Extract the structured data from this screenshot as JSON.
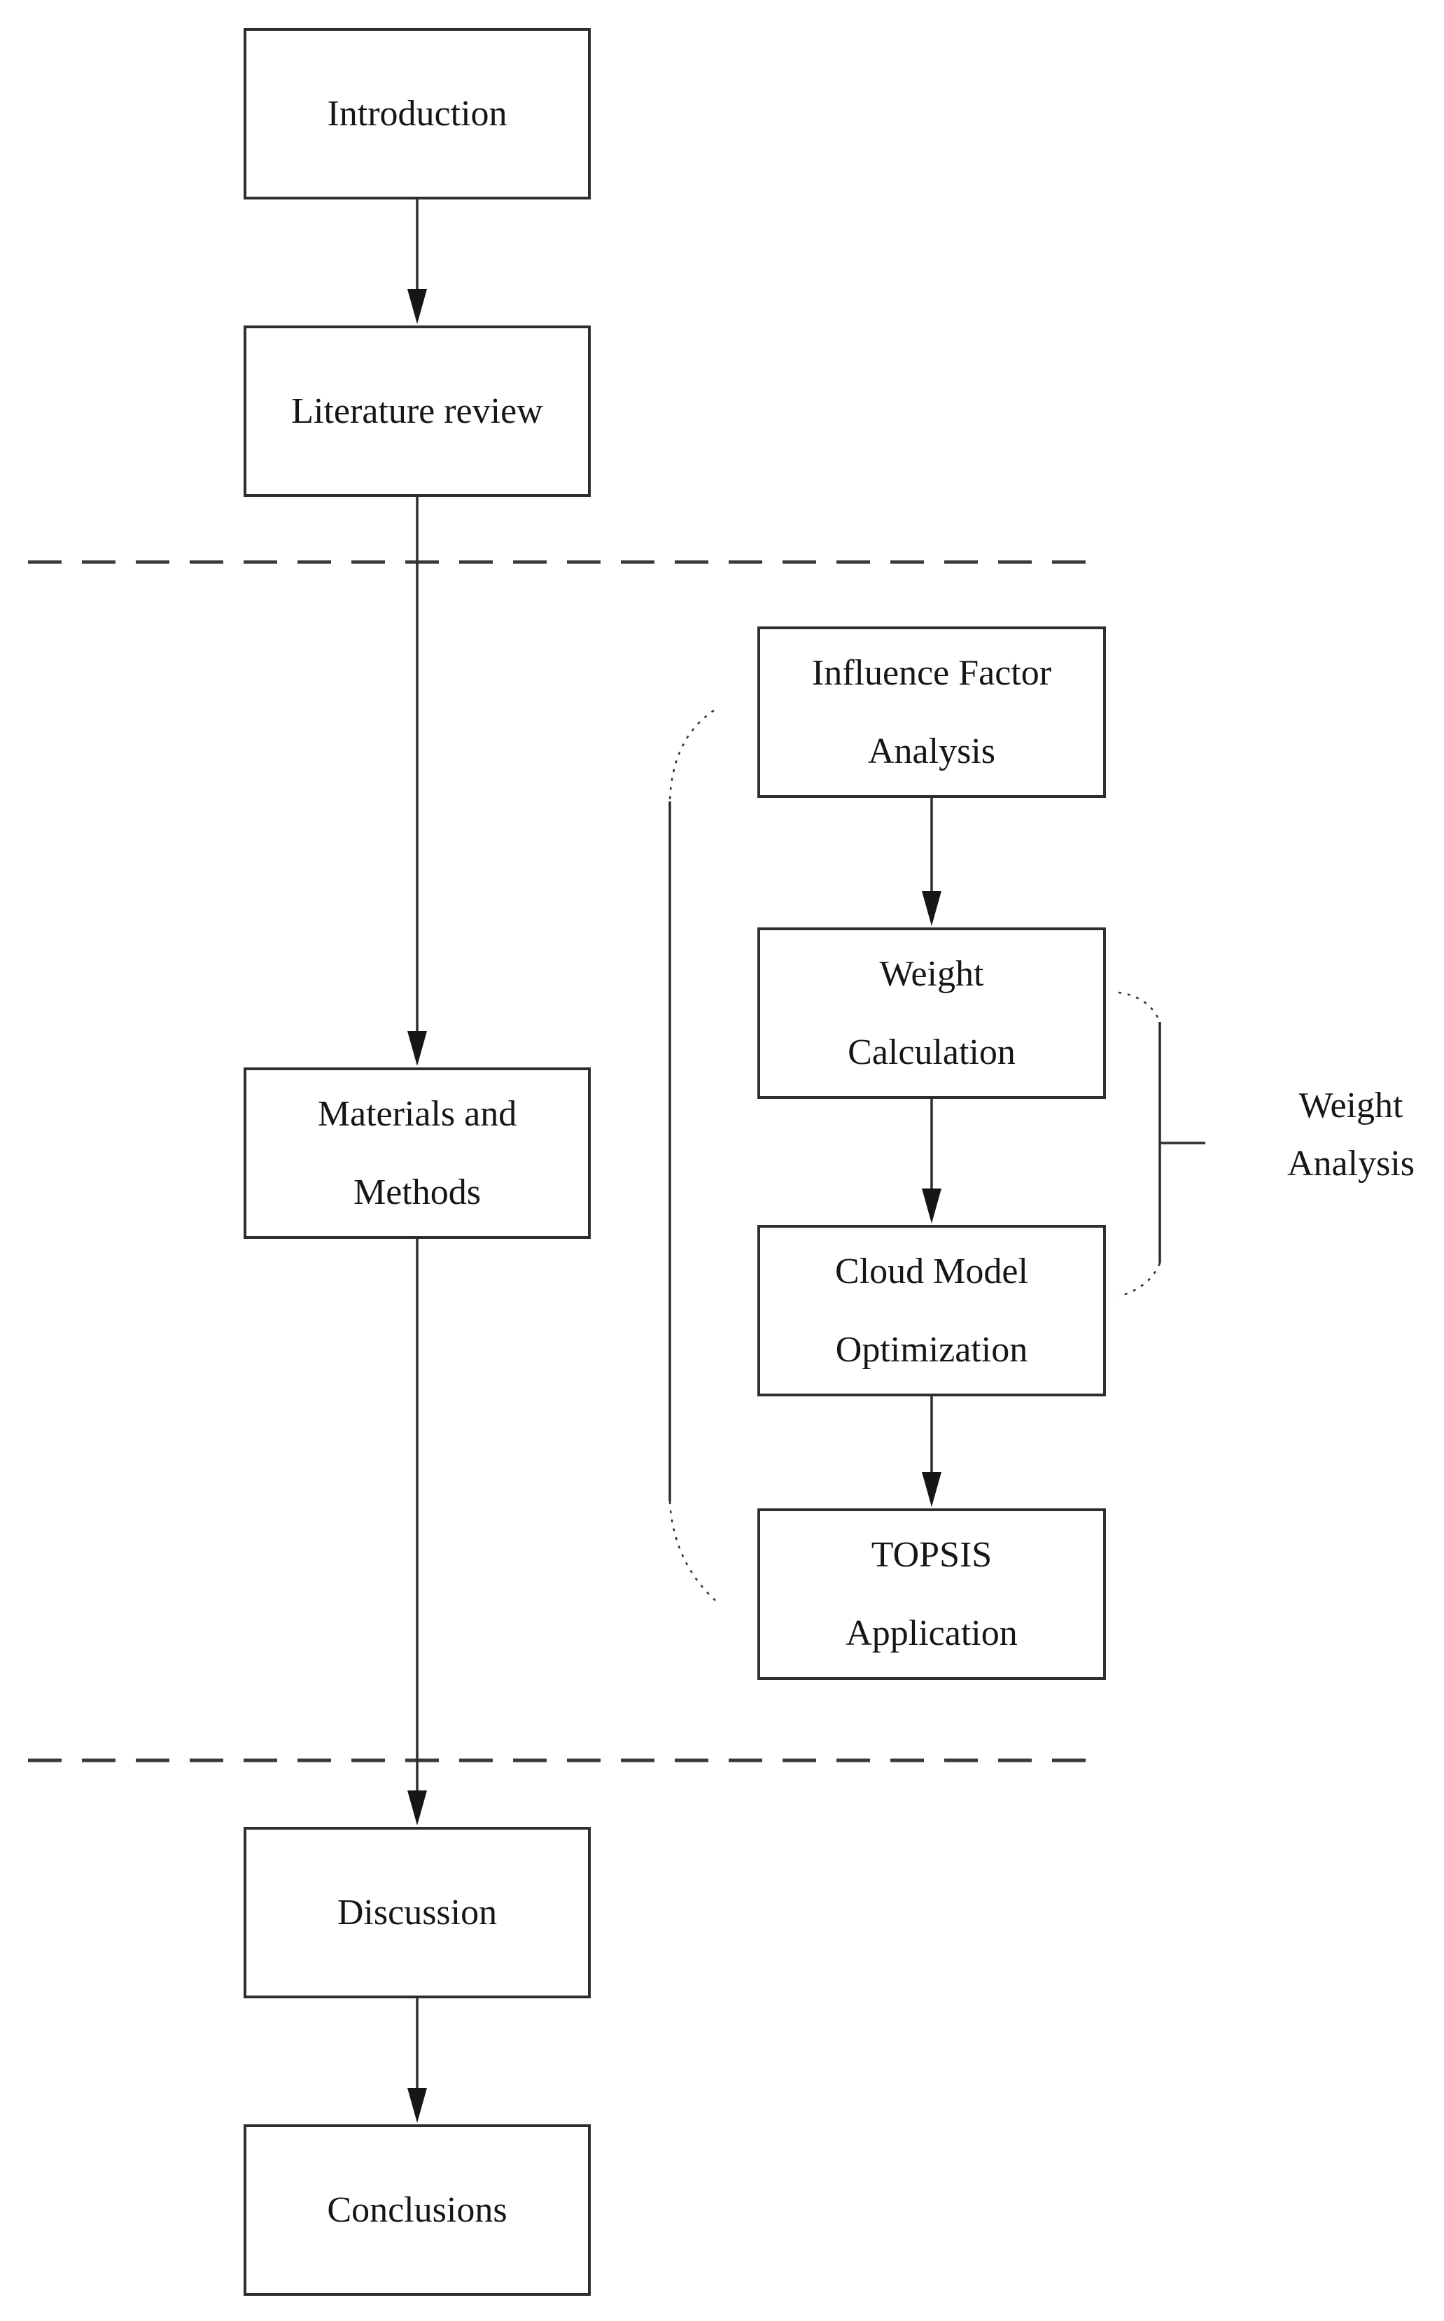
{
  "diagram": {
    "title_semantics": "Research methodology flowchart",
    "colors": {
      "background": "#ffffff",
      "line": "#2e2e2e",
      "dashed_divider": "#3a3a3a",
      "text": "#161616"
    },
    "left_column": {
      "nodes": [
        {
          "id": "introduction",
          "label": "Introduction"
        },
        {
          "id": "literature-review",
          "label": "Literature review"
        },
        {
          "id": "materials-and-methods",
          "label": "Materials and\nMethods"
        },
        {
          "id": "discussion",
          "label": "Discussion"
        },
        {
          "id": "conclusions",
          "label": "Conclusions"
        }
      ]
    },
    "right_column": {
      "nodes": [
        {
          "id": "influence-factor-analysis",
          "label": "Influence Factor\nAnalysis"
        },
        {
          "id": "weight-calculation",
          "label": "Weight\nCalculation"
        },
        {
          "id": "cloud-model-optimization",
          "label": "Cloud Model\nOptimization"
        },
        {
          "id": "topsis-application",
          "label": "TOPSIS\nApplication"
        }
      ]
    },
    "annotations": {
      "weight_analysis": "Weight\nAnalysis"
    },
    "flow": [
      "Introduction -> Literature review",
      "Literature review -> Materials and Methods",
      "Materials and Methods -> Discussion",
      "Discussion -> Conclusions",
      "Influence Factor Analysis -> Weight Calculation",
      "Weight Calculation -> Cloud Model Optimization",
      "Cloud Model Optimization -> TOPSIS Application"
    ]
  }
}
